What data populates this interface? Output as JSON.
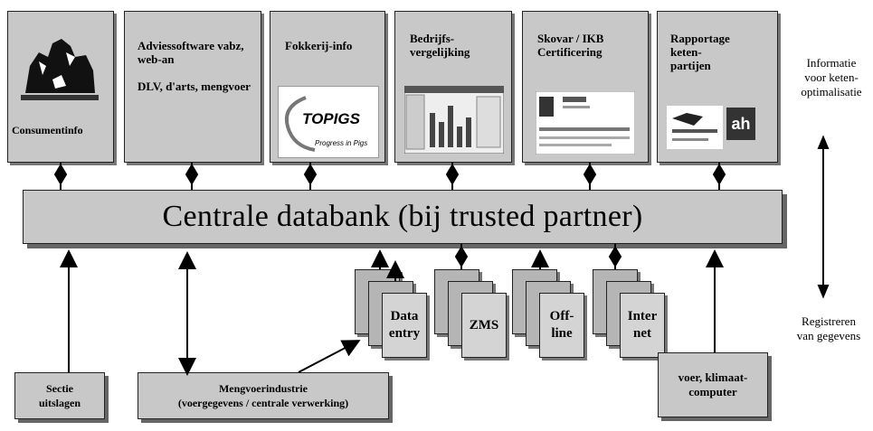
{
  "top_boxes": [
    {
      "id": "consumentinfo",
      "label": "Consumentinfo"
    },
    {
      "id": "advies",
      "label": "Adviessoftware vabz, web-an\n\nDLV, d'arts, mengvoer"
    },
    {
      "id": "fokkerij",
      "label": "Fokkerij-info"
    },
    {
      "id": "bedrijf",
      "label": "Bedrijfs-\nvergelijking"
    },
    {
      "id": "skovar",
      "label": "Skovar / IKB\nCertificering"
    },
    {
      "id": "rapportage",
      "label": "Rapportage\nketen-\npartijen"
    }
  ],
  "logos": {
    "topigs": "TOPIGS",
    "topigs_tagline": "Progress in Pigs",
    "ah": "ah"
  },
  "central": "Centrale databank (bij trusted partner)",
  "stacks": [
    {
      "id": "data-entry",
      "label": "Data\nentry"
    },
    {
      "id": "zms",
      "label": "ZMS"
    },
    {
      "id": "offline",
      "label": "Off-\nline"
    },
    {
      "id": "internet",
      "label": "Inter\nnet"
    }
  ],
  "bottom_boxes": [
    {
      "id": "sectie",
      "label": "Sectie\nuitslagen"
    },
    {
      "id": "mengvoer",
      "label": "Mengvoerindustrie\n(voergegevens / centrale verwerking)"
    },
    {
      "id": "voer",
      "label": "voer, klimaat-\ncomputer"
    }
  ],
  "side": {
    "top": "Informatie\nvoor keten-\noptimalisatie",
    "bottom": "Registreren\nvan gegevens"
  }
}
